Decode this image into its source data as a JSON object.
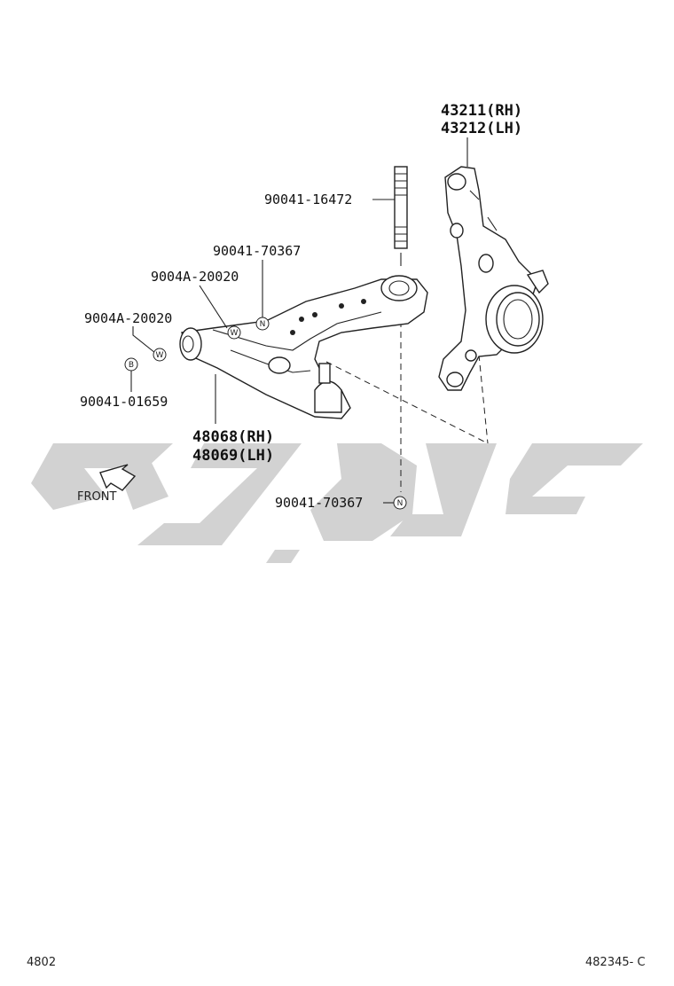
{
  "parts": {
    "knuckle_rh": "43211(RH)",
    "knuckle_lh": "43212(LH)",
    "stud_bolt": "90041-16472",
    "nut_top": "90041-70367",
    "washer_top": "9004A-20020",
    "washer_left": "9004A-20020",
    "bolt": "90041-01659",
    "arm_rh": "48068(RH)",
    "arm_lh": "48069(LH)",
    "nut_bottom": "90041-70367"
  },
  "symbols": {
    "nut": "N",
    "washer": "W",
    "bolt": "B"
  },
  "front_label": "FRONT",
  "footer": {
    "left": "4802",
    "right": "482345- C"
  },
  "colors": {
    "line": "#222222",
    "watermark": "#d2d2d2"
  }
}
